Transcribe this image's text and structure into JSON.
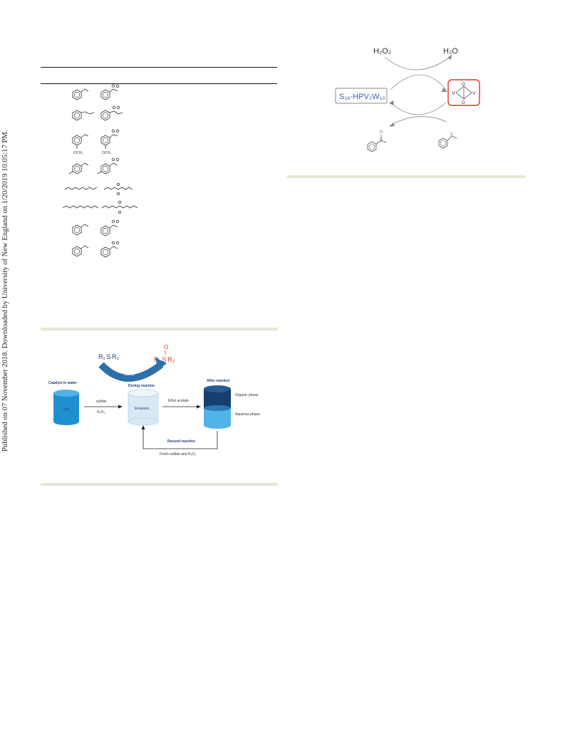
{
  "side_note": "Published on 07 November 2018. Downloaded by University of New England on 1/20/2019 10:05:17 PM.",
  "table_molecules": {
    "substituent_methoxy": "OCH₃",
    "substituent_methoxy_small": "OCH₃"
  },
  "scheme_right": {
    "reagent_in": "H₂O₂",
    "reagent_out": "H₂O",
    "catalyst_label": "S₁₈-HPV₂W₁₀",
    "peroxo_v_left": "V",
    "peroxo_v_right": "V",
    "peroxo_o_top": "O",
    "peroxo_o_bottom": "O",
    "product_s": "S",
    "product_o": "O",
    "substrate_s": "S"
  },
  "graphic_bottom": {
    "reactant": "R₁ S R₂",
    "product_o": "O",
    "product": "R₁ S R₂",
    "ton_label": "Highest TON:",
    "ton_value": "31066",
    "catalyst_in_water": "Catalyst in water",
    "gel": "Gel",
    "sulfide": "sulfide",
    "h2o2": "H₂O₂",
    "during_reaction": "During reaction",
    "emulsion": "Emulsion",
    "ethyl_acetate": "Ethyl acetate",
    "after_reaction": "After reaction",
    "organic_phase": "Organic phase",
    "aqueous_phase": "Aqueous phase",
    "reused_reaction": "Reused reaction",
    "fresh_feed": "Fresh sulfide and H₂O₂"
  }
}
